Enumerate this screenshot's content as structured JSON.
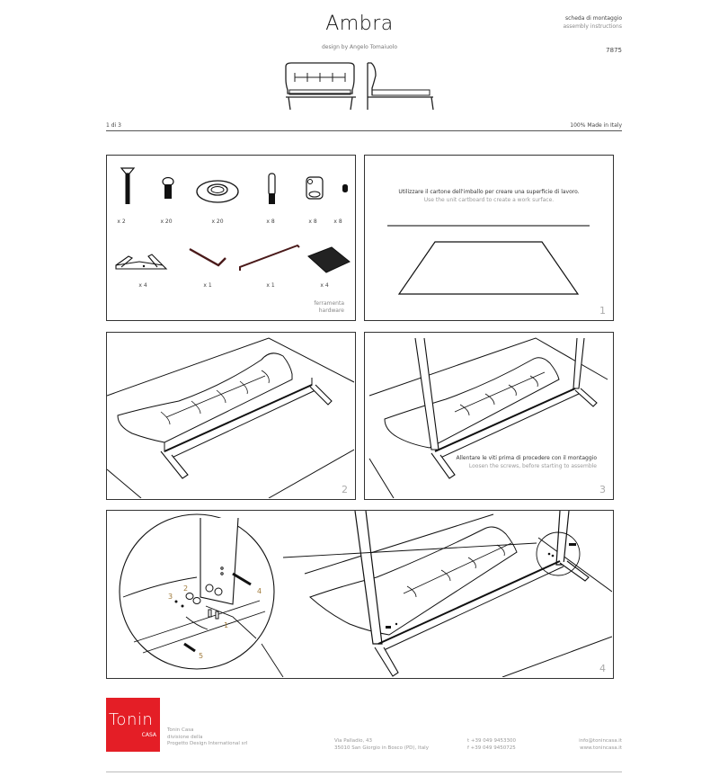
{
  "header": {
    "title": "Ambra",
    "designer": "design by Angelo Tomaiuolo",
    "doc_type_it": "scheda di montaggio",
    "doc_type_en": "assembly instructions",
    "product_code": "7875",
    "page": "1 di 3",
    "made_in": "100% Made in Italy"
  },
  "hardware_panel": {
    "label_it": "ferramenta",
    "label_en": "hardware",
    "items": [
      {
        "icon": "countersunk-bolt-icon",
        "qty": "x 2"
      },
      {
        "icon": "button-head-bolt-icon",
        "qty": "x 20"
      },
      {
        "icon": "washer-icon",
        "qty": "x 20"
      },
      {
        "icon": "threaded-pin-icon",
        "qty": "x 8"
      },
      {
        "icon": "cam-lock-icon",
        "qty": "x 8"
      },
      {
        "icon": "grub-screw-icon",
        "qty": "x 8"
      },
      {
        "icon": "corner-bracket-icon",
        "qty": "x 4"
      },
      {
        "icon": "allen-key-short-icon",
        "qty": "x 1"
      },
      {
        "icon": "allen-key-long-icon",
        "qty": "x 1"
      },
      {
        "icon": "felt-pad-icon",
        "qty": "x 4"
      }
    ]
  },
  "steps": [
    {
      "number": "1",
      "text_it": "Utilizzare il cartone dell'imballo per creare una superficie di lavoro.",
      "text_en": "Use the unit cartboard to create a work surface."
    },
    {
      "number": "2"
    },
    {
      "number": "3",
      "text_it": "Allentare le viti prima di procedere con il montaggio",
      "text_en": "Loosen the screws, before starting to assemble"
    },
    {
      "number": "4",
      "callouts": [
        "1",
        "2",
        "3",
        "4",
        "5"
      ]
    }
  ],
  "footer": {
    "logo_name": "Tonin",
    "logo_sub": "CASA",
    "logo_color": "#e41e26",
    "company_lines": [
      "Tonin Casa",
      "divisione della",
      "Progetto Design International srl"
    ],
    "address_lines": [
      "Via Palladio, 43",
      "35010 San Giorgio in Bosco (PD), Italy"
    ],
    "phone_lines": [
      "t +39 049 9453300",
      "f +39 049 9450725"
    ],
    "web_lines": [
      "info@tonincasa.it",
      "www.tonincasa.it"
    ]
  }
}
